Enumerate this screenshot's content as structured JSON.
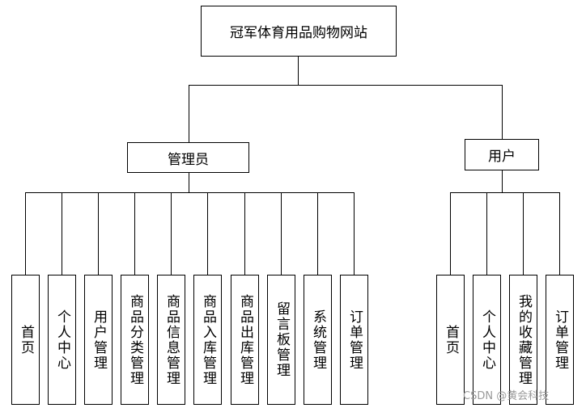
{
  "root": {
    "label": "冠军体育用品购物网站"
  },
  "admin": {
    "label": "管理员",
    "modules": [
      "首页",
      "个人中心",
      "用户管理",
      "商品分类管理",
      "商品信息管理",
      "商品入库管理",
      "商品出库管理",
      "留言板管理",
      "系统管理",
      "订单管理"
    ]
  },
  "user": {
    "label": "用户",
    "modules": [
      "首页",
      "个人中心",
      "我的收藏管理",
      "订单管理"
    ]
  },
  "watermark": "CSDN @黄会科技"
}
